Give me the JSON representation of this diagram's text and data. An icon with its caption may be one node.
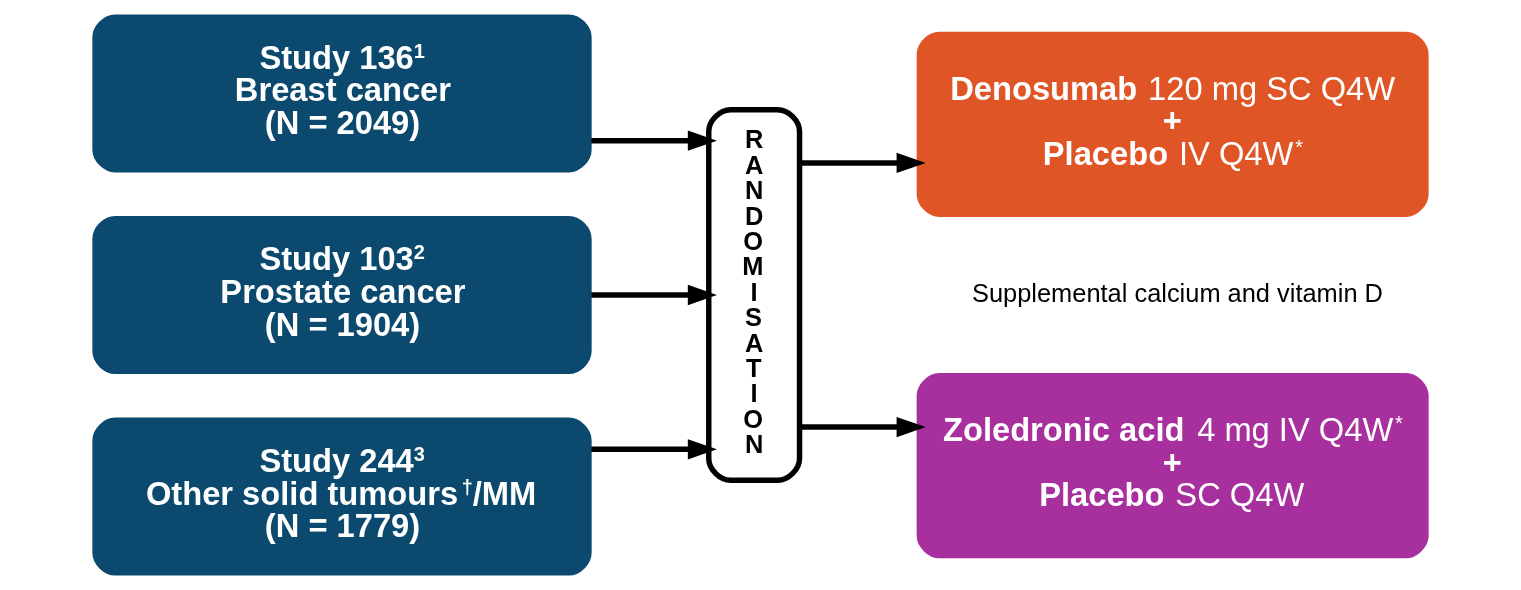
{
  "diagram": {
    "nodes": [
      {
        "text": [
          "Study 136$^{1}$",
          "Breast cancer",
          "(N = 2049)"
        ]
      },
      {
        "text": [
          "Study 103$^{2}$",
          "Prostate cancer",
          "(N = 1904)"
        ]
      },
      {
        "text": [
          "Study 244$^{3}$",
          "Other solid tumours$^{†}$/MM",
          "(N = 1779)"
        ]
      },
      {
        "text": [
          "RANDOMISATION"
        ]
      },
      {
        "text": [
          "**Denosumab** 120 mg SC Q4W",
          "**+**",
          "**Placebo** IV Q4W$^{*}$"
        ]
      },
      {
        "text": [
          "**Zoledronic acid** 4 mg IV Q4W$^{*}$",
          "**+**",
          "**Placebo** SC Q4W"
        ]
      }
    ],
    "edges": [
      {
        "from": 0,
        "to": 3,
        "arrow": "to"
      },
      {
        "from": 1,
        "to": 3,
        "arrow": "to"
      },
      {
        "from": 2,
        "to": 3,
        "arrow": "to"
      },
      {
        "from": 3,
        "to": 4,
        "arrow": "to"
      },
      {
        "from": 3,
        "to": 5,
        "arrow": "to"
      }
    ],
    "labels": [
      "Supplemental calcium and vitamin D"
    ]
  }
}
